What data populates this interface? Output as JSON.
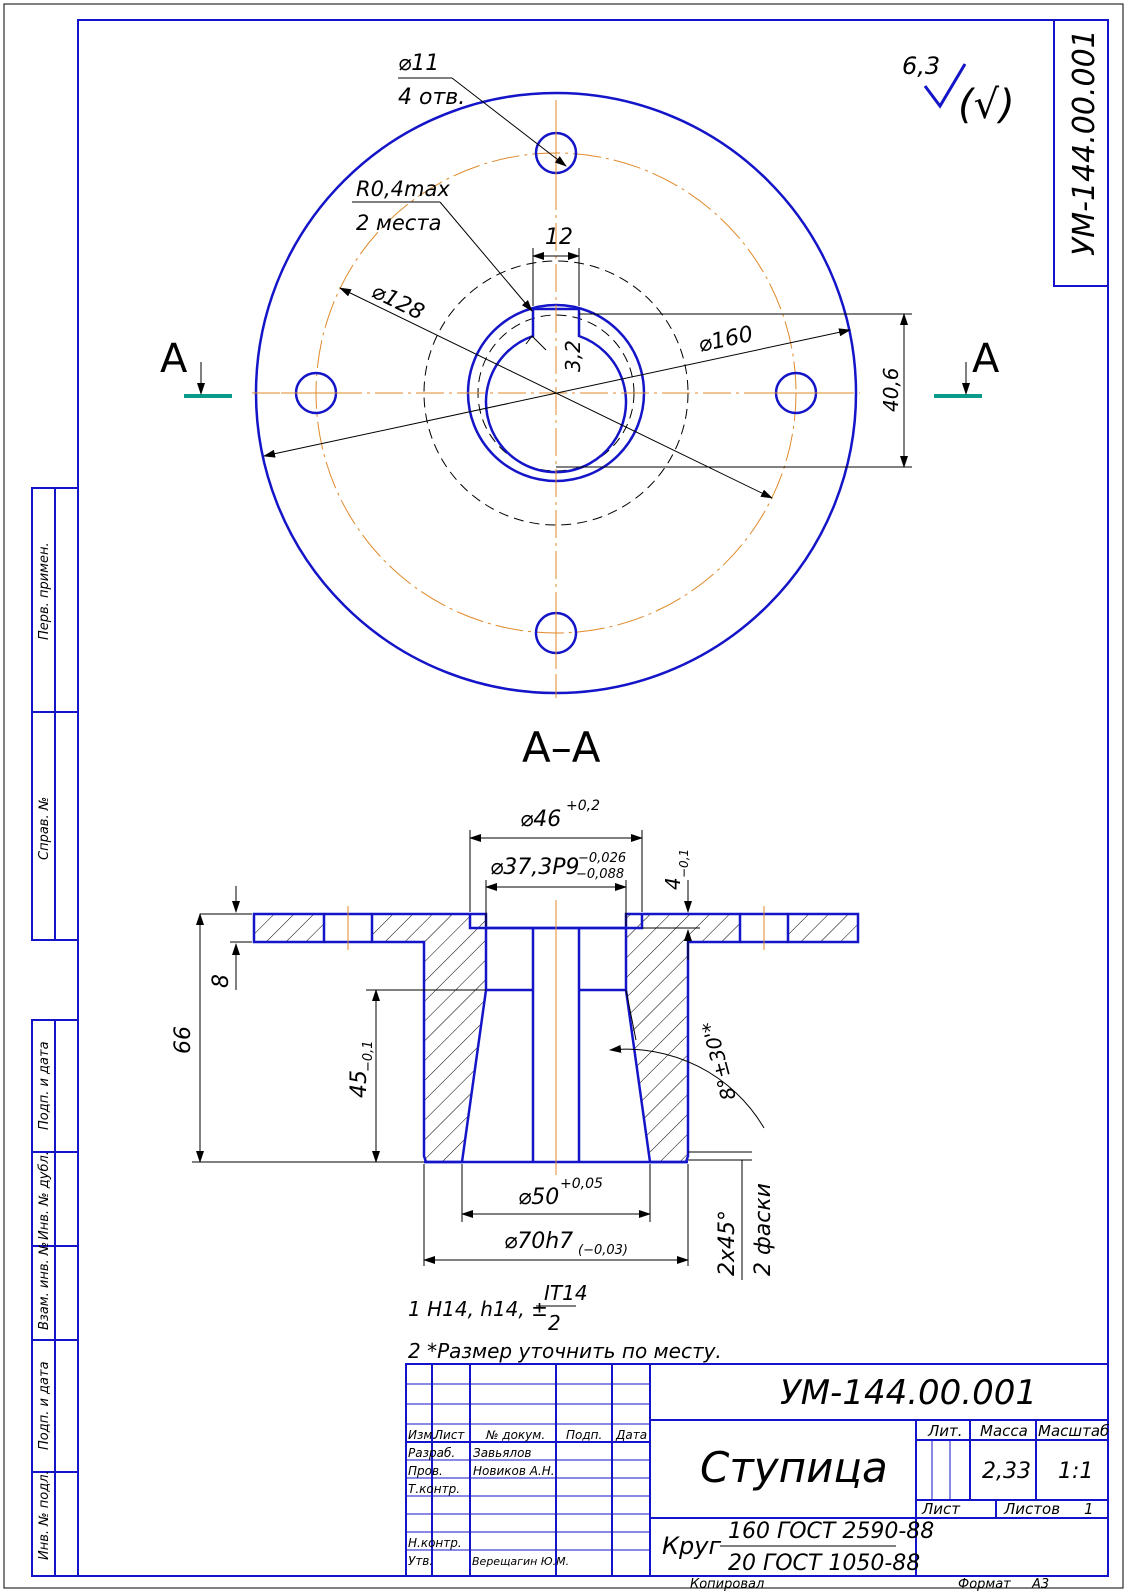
{
  "drawing": {
    "code_corner": "УМ-144.00.001",
    "roughness_value": "6,3",
    "roughness_paren": "(√)"
  },
  "top_view": {
    "hole_dia": "⌀11",
    "hole_count": "4 отв.",
    "fillet": "R0,4max",
    "fillet_count": "2 места",
    "keyway_width": "12",
    "bolt_circle": "⌀128",
    "outer_dia": "⌀160",
    "key_depth": "40,6",
    "key_roughness": "3,2",
    "section_mark_left": "A",
    "section_mark_right": "A"
  },
  "section": {
    "title": "A–A",
    "dim_46": "⌀46",
    "dim_46_tol": "+0,2",
    "dim_37": "⌀37,3P9",
    "dim_37_tol_top": "−0,026",
    "dim_37_tol_bot": "−0,088",
    "dim_4": "4",
    "dim_4_tol": "−0,1",
    "dim_8": "8",
    "dim_66": "66",
    "dim_45": "45",
    "dim_45_tol": "−0,1",
    "dim_50": "⌀50",
    "dim_50_tol": "+0,05",
    "dim_70": "⌀70h7",
    "dim_70_tol": "(−0,03)",
    "angle": "8°±30'*",
    "chamfer": "2x45°",
    "chamfer_count": "2 фаски"
  },
  "notes": {
    "note1_a": "1 H14, h14, ±",
    "note1_num": "IT14",
    "note1_den": "2",
    "note2": "2  *Размер уточнить по месту."
  },
  "left_strip": {
    "perv": "Перв. примен.",
    "sprav": "Справ. №",
    "podp1": "Подп. и дата",
    "inv_dubl": "Инв. № дубл.",
    "vzam": "Взам. инв. №",
    "podp2": "Подп. и дата",
    "inv_podl": "Инв. № подл."
  },
  "title_block": {
    "code": "УМ-144.00.001",
    "name": "Ступица",
    "material_prefix": "Круг",
    "material_top": "160 ГОСТ 2590-88",
    "material_bottom": "20 ГОСТ 1050-88",
    "lit_label": "Лит.",
    "mass_label": "Масса",
    "scale_label": "Масштаб",
    "mass": "2,33",
    "scale": "1:1",
    "sheet_label": "Лист",
    "sheets_label": "Листов",
    "sheets": "1",
    "h_izm": "Изм.",
    "h_list": "Лист",
    "h_doc": "№ докум.",
    "h_podp": "Подп.",
    "h_date": "Дата",
    "r_razrab": "Разраб.",
    "r_prov": "Пров.",
    "r_tkontr": "Т.контр.",
    "r_nkontr": "Н.контр.",
    "r_utv": "Утв.",
    "n_razrab": "Завьялов",
    "n_prov": "Новиков А.Н.",
    "n_utv": "Верещагин Ю.М."
  },
  "footer": {
    "copied": "Копировал",
    "format_label": "Формат",
    "format": "A3"
  }
}
